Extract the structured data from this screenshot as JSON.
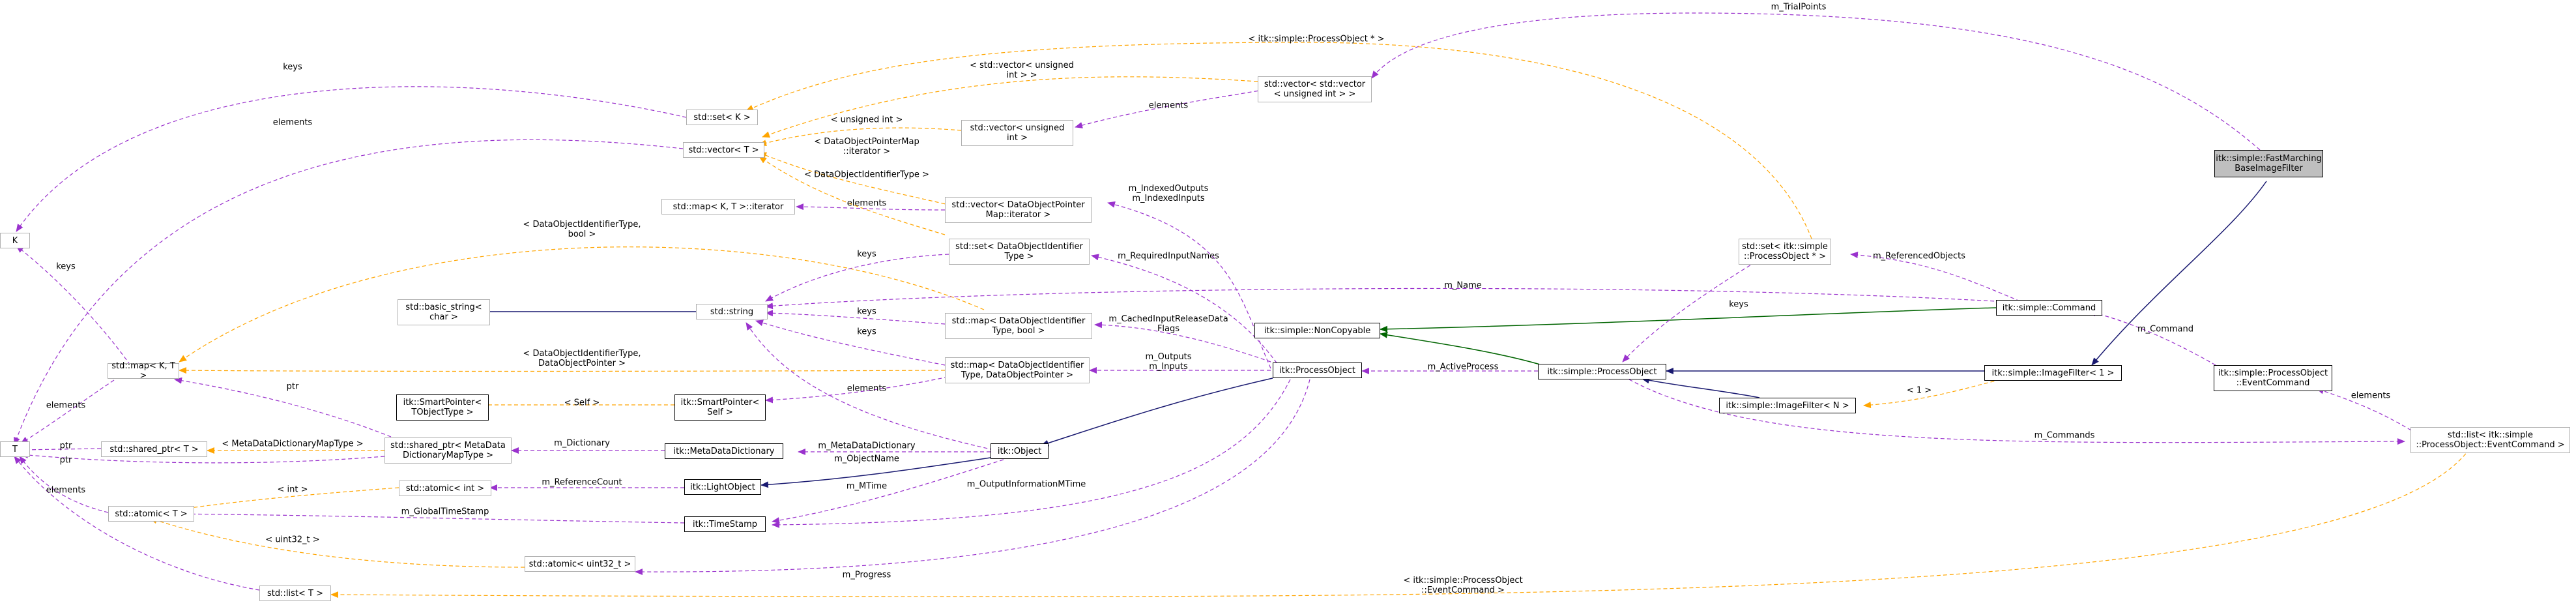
{
  "nodes": {
    "focus": "itk::simple::FastMarching\nBaseImageFilter",
    "imagefilter1": "itk::simple::ImageFilter< 1 >",
    "command": "itk::simple::Command",
    "processobject_simple": "itk::simple::ProcessObject",
    "noncopyable": "itk::simple::NonCopyable",
    "imagefilterN": "itk::simple::ImageFilter< N >",
    "eventcommand": "itk::simple::ProcessObject\n::EventCommand",
    "list_eventcommand": "std::list< itk::simple\n::ProcessObject::EventCommand >",
    "set_processobject_ptr": "std::set< itk::simple\n::ProcessObject * >",
    "vector_vector_uint": "std::vector< std::vector\n< unsigned int > >",
    "vector_uint": "std::vector< unsigned\nint >",
    "set_K": "std::set< K >",
    "vector_T": "std::vector< T >",
    "map_iterator": "std::map< K, T >::iterator",
    "vector_dopm_iterator": "std::vector< DataObjectPointer\nMap::iterator >",
    "set_doit": "std::set< DataObjectIdentifier\nType >",
    "map_doit_bool": "std::map< DataObjectIdentifier\nType, bool >",
    "map_doit_dop": "std::map< DataObjectIdentifier\nType, DataObjectPointer >",
    "K": "K",
    "basic_string": "std::basic_string<\nchar >",
    "string": "std::string",
    "map_KT": "std::map< K, T >",
    "T": "T",
    "smartptr_tobject": "itk::SmartPointer<\nTObjectType >",
    "smartptr_self": "itk::SmartPointer<\nSelf >",
    "shared_ptr_T": "std::shared_ptr< T >",
    "shared_ptr_mdd": "std::shared_ptr< MetaData\nDictionaryMapType >",
    "metadatadictionary": "itk::MetaDataDictionary",
    "atomic_int": "std::atomic< int >",
    "atomic_T": "std::atomic< T >",
    "lightobject": "itk::LightObject",
    "timestamp": "itk::TimeStamp",
    "object": "itk::Object",
    "itk_processobject": "itk::ProcessObject",
    "atomic_uint32": "std::atomic< uint32_t >",
    "list_T": "std::list< T >"
  },
  "edge_labels": {
    "m_TrialPoints": "m_TrialPoints",
    "tpl_processobject_ptr": "< itk::simple::ProcessObject * >",
    "tpl_vector_uint": "< std::vector< unsigned\nint > >",
    "elements_vvu": "elements",
    "tpl_uint": "< unsigned int >",
    "keys_setK": "keys",
    "elements_vectorT": "elements",
    "tpl_dopm_iter": "< DataObjectPointerMap\n::iterator >",
    "tpl_doit": "< DataObjectIdentifierType >",
    "elements_map_iter": "elements",
    "indexed": "m_IndexedOutputs\nm_IndexedInputs",
    "tpl_doit_bool": "< DataObjectIdentifierType,\nbool >",
    "keys_set_doit": "keys",
    "required": "m_RequiredInputNames",
    "referenced": "m_ReferencedObjects",
    "m_Name": "m_Name",
    "keys_map_bool": "keys",
    "keys_map_dop": "keys",
    "cached": "m_CachedInputReleaseData\nFlags",
    "keys_po": "keys",
    "m_Command": "m_Command",
    "tpl_doit_dop": "< DataObjectIdentifierType,\nDataObjectPointer >",
    "outputs_inputs": "m_Outputs\nm_Inputs",
    "activeprocess": "m_ActiveProcess",
    "tpl_1": "< 1 >",
    "elements_list_ec": "elements",
    "keys_mapKT": "keys",
    "elements_mapKT": "elements",
    "ptr_mdd": "ptr",
    "tpl_self": "< Self >",
    "elements_smart": "elements",
    "m_Commands": "m_Commands",
    "tpl_mdd": "< MetaDataDictionaryMapType >",
    "m_Dictionary": "m_Dictionary",
    "m_MetaDataDictionary": "m_MetaDataDictionary",
    "ptr_a": "ptr",
    "ptr_b": "ptr",
    "m_ObjectName": "m_ObjectName",
    "tpl_int": "< int >",
    "m_ReferenceCount": "m_ReferenceCount",
    "m_MTime": "m_MTime",
    "m_OutputInformationMTime": "m_OutputInformationMTime",
    "m_GlobalTimeStamp": "m_GlobalTimeStamp",
    "elements_atomic": "elements",
    "tpl_uint32": "< uint32_t >",
    "m_Progress": "m_Progress",
    "tpl_eventcommand": "< itk::simple::ProcessObject\n::EventCommand >"
  },
  "colors": {
    "inheritance_public": "#191970",
    "inheritance_protected": "#006400",
    "usage": "#9a32cd",
    "template": "#ffa500",
    "focus_fill": "#bfbfbf"
  }
}
